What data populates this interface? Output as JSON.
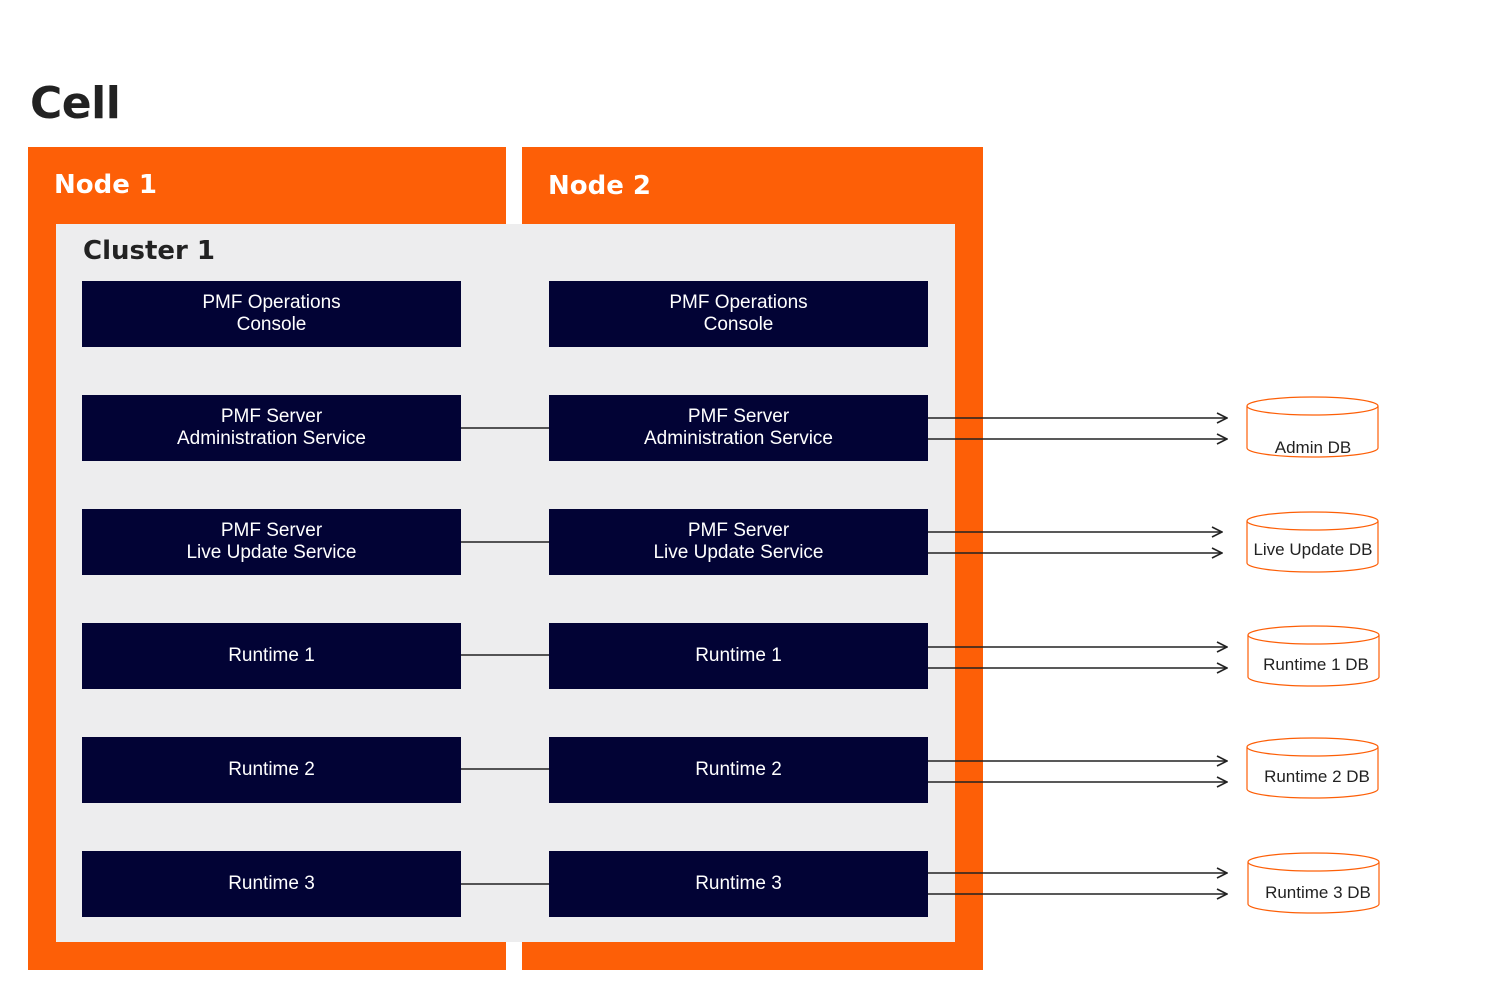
{
  "cell": {
    "title": "Cell"
  },
  "nodes": [
    {
      "label": "Node 1"
    },
    {
      "label": "Node 2"
    }
  ],
  "cluster": {
    "label": "Cluster 1"
  },
  "services": [
    {
      "line1": "PMF Operations",
      "line2": "Console"
    },
    {
      "line1": "PMF Server",
      "line2": "Administration Service"
    },
    {
      "line1": "PMF Server",
      "line2": "Live Update Service"
    },
    {
      "line1": "Runtime 1",
      "line2": ""
    },
    {
      "line1": "Runtime 2",
      "line2": ""
    },
    {
      "line1": "Runtime 3",
      "line2": ""
    }
  ],
  "databases": [
    {
      "label": "Admin DB"
    },
    {
      "label": "Live Update DB"
    },
    {
      "label": "Runtime 1 DB"
    },
    {
      "label": "Runtime 2 DB"
    },
    {
      "label": "Runtime 3 DB"
    }
  ],
  "colors": {
    "node": "#fd5f07",
    "cluster": "#ededee",
    "service": "#020335",
    "db_outline": "#fd5f07",
    "connector": "#222222"
  }
}
